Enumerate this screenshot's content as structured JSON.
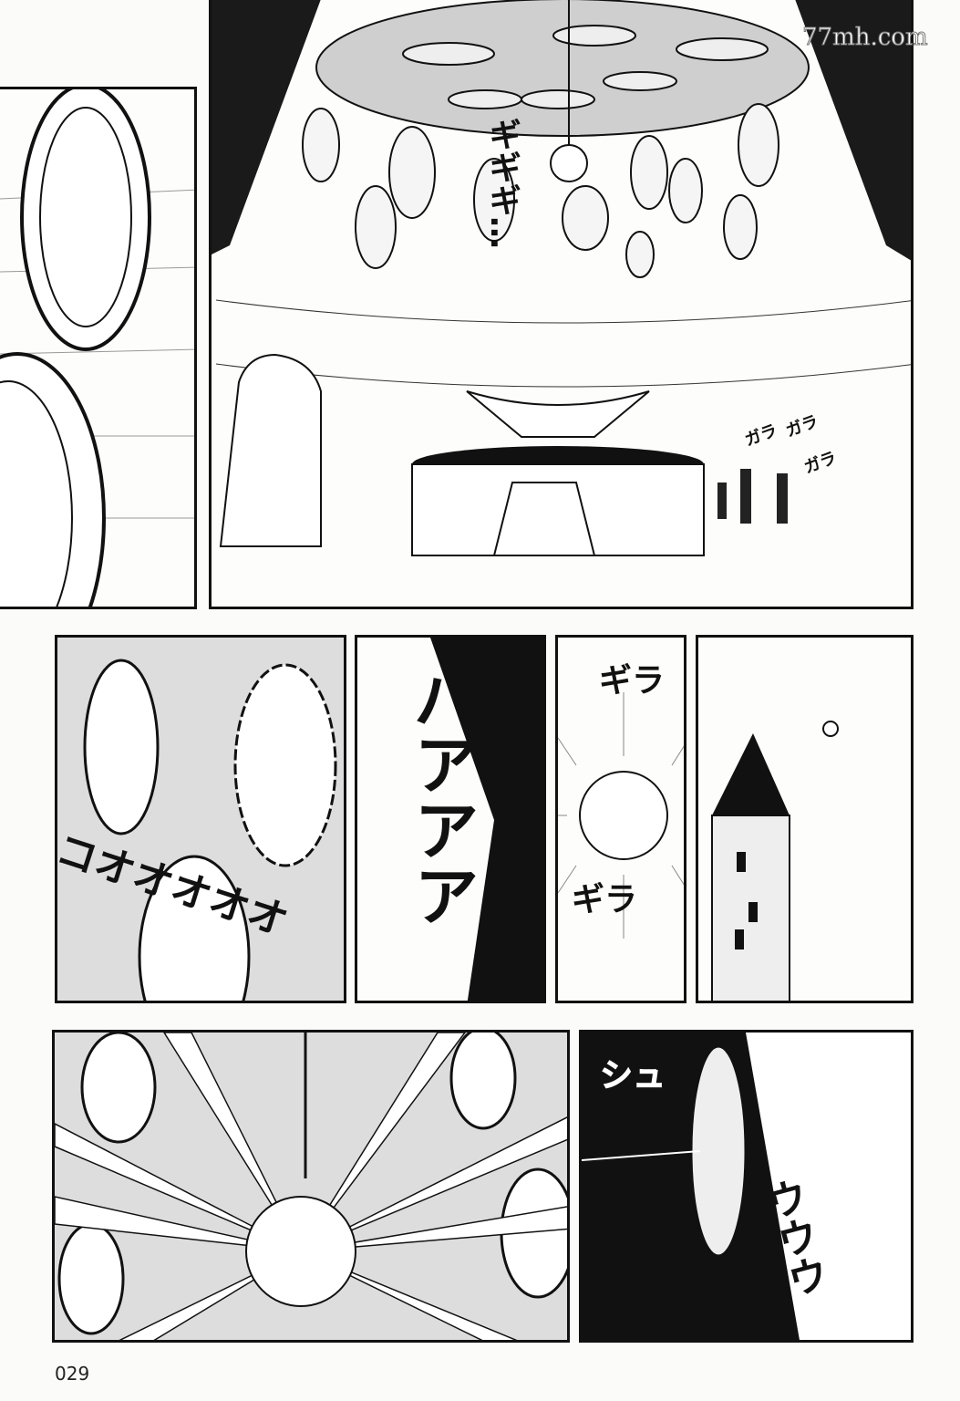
{
  "watermark": "77mh.com",
  "page_number": "029",
  "sfx": {
    "creak": "ギギギ…",
    "rattle_1": "ガラ",
    "rattle_2": "ガラ",
    "rattle_3": "ガラ",
    "rumble": "コオオオオオ",
    "flash": "パアアア",
    "glare_1": "ギラ",
    "glare_2": "ギラ",
    "whoosh_1": "シュ",
    "whoosh_2": "ウウウ"
  }
}
